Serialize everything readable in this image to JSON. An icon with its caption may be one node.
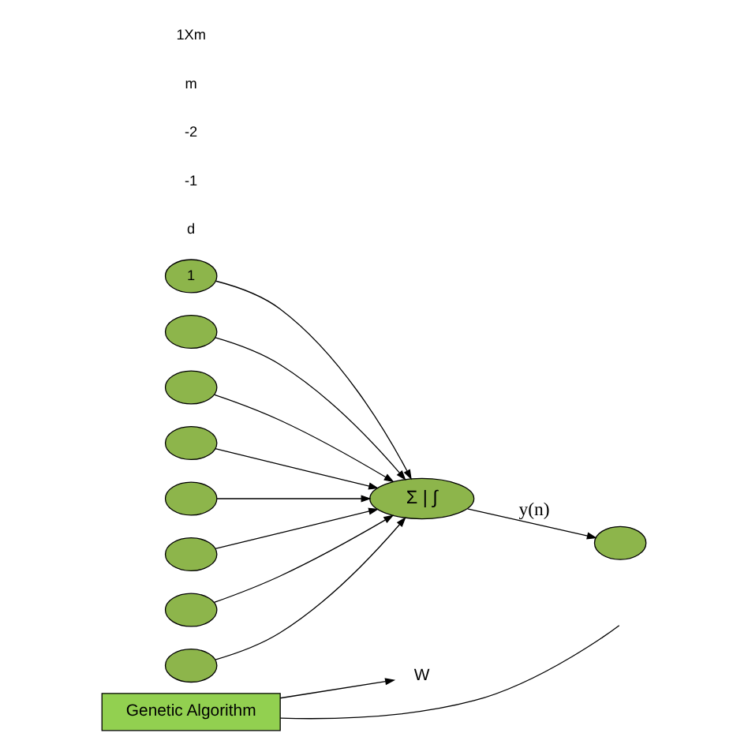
{
  "diagram": {
    "nodes": [
      {
        "text": [
          "W"
        ]
      },
      {
        "text": [
          "1"
        ]
      },
      {
        "text": [],
        "shape": "ellipse"
      },
      {
        "text": [],
        "shape": "ellipse"
      },
      {
        "text": [],
        "shape": "ellipse"
      },
      {
        "text": [],
        "shape": "ellipse"
      },
      {
        "text": [],
        "shape": "ellipse"
      },
      {
        "text": [],
        "shape": "ellipse"
      },
      {
        "text": [],
        "shape": "ellipse"
      },
      {
        "text": [
          "Σ | ∫"
        ]
      },
      {
        "text": [],
        "shape": "ellipse"
      },
      {
        "text": [
          "Genetic Algorithm"
        ]
      }
    ],
    "edges": [
      {
        "from": 1,
        "to": 9,
        "arrow": "to"
      },
      {
        "from": 2,
        "to": 9,
        "arrow": "to"
      },
      {
        "from": 3,
        "to": 9,
        "arrow": "to"
      },
      {
        "from": 4,
        "to": 9,
        "arrow": "to"
      },
      {
        "from": 5,
        "to": 9,
        "arrow": "to"
      },
      {
        "from": 6,
        "to": 9,
        "arrow": "to"
      },
      {
        "from": 7,
        "to": 9,
        "arrow": "to"
      },
      {
        "from": 8,
        "to": 9,
        "arrow": "to"
      },
      {
        "from": 9,
        "to": 10,
        "label": "y(n)",
        "arrow": "to"
      },
      {
        "from": 11,
        "to": 0,
        "arrow": "to"
      },
      {
        "from": 11,
        "to": null,
        "arrow": "none"
      }
    ],
    "labels": [
      "d",
      "-1",
      "-2",
      "m",
      "1Xm"
    ]
  }
}
